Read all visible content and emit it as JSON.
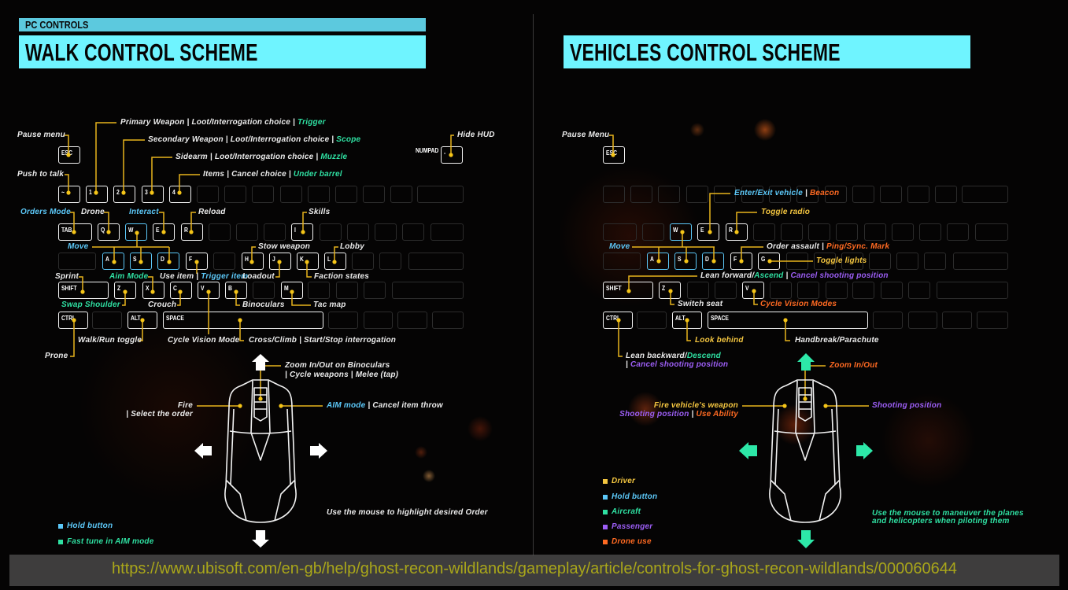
{
  "header": {
    "pc_controls": "PC CONTROLS",
    "walk_title": "WALK CONTROL SCHEME",
    "vehicles_title": "VEHICLES CONTROL SCHEME"
  },
  "colors": {
    "white": "#ececec",
    "blue": "#5cc8f8",
    "green": "#2fe0a2",
    "yellow": "#f4c640",
    "purple": "#9c5ef5",
    "orange": "#ff6a22",
    "line": "#e8b31c",
    "arrow_walk": "#ffffff",
    "arrow_vehicle": "#2de8a8"
  },
  "walk": {
    "keys": {
      "esc": {
        "label": "ESC",
        "state": "active"
      },
      "1-0": {
        "label": "~",
        "state": "active"
      },
      "1-1": {
        "label": "1",
        "state": "active"
      },
      "1-2": {
        "label": "2",
        "state": "active"
      },
      "1-3": {
        "label": "3",
        "state": "active"
      },
      "1-4": {
        "label": "4",
        "state": "active"
      },
      "2-0": {
        "label": "TAB",
        "state": "active"
      },
      "2-1": {
        "label": "Q",
        "state": "active"
      },
      "2-2": {
        "label": "W",
        "state": "blue"
      },
      "2-3": {
        "label": "E",
        "state": "active"
      },
      "2-4": {
        "label": "R",
        "state": "active"
      },
      "2-8": {
        "label": "I",
        "state": "active"
      },
      "3-1": {
        "label": "A",
        "state": "blue"
      },
      "3-2": {
        "label": "S",
        "state": "blue"
      },
      "3-3": {
        "label": "D",
        "state": "blue"
      },
      "3-4": {
        "label": "F",
        "state": "active"
      },
      "3-6": {
        "label": "H",
        "state": "active"
      },
      "3-7": {
        "label": "J",
        "state": "active"
      },
      "3-8": {
        "label": "K",
        "state": "active"
      },
      "3-9": {
        "label": "L",
        "state": "active"
      },
      "4-0": {
        "label": "SHIFT",
        "state": "active"
      },
      "4-1": {
        "label": "Z",
        "state": "active"
      },
      "4-2": {
        "label": "X",
        "state": "active"
      },
      "4-3": {
        "label": "C",
        "state": "active"
      },
      "4-4": {
        "label": "V",
        "state": "active"
      },
      "4-5": {
        "label": "B",
        "state": "active"
      },
      "4-7": {
        "label": "M",
        "state": "active"
      },
      "5-0": {
        "label": "CTRL",
        "state": "active"
      },
      "5-2": {
        "label": "ALT",
        "state": "active"
      },
      "5-3": {
        "label": "SPACE",
        "state": "active"
      }
    },
    "numpad": {
      "label": "NUMPAD",
      "key": "-"
    },
    "annotations": {
      "pause_menu": [
        {
          "text": "Pause menu",
          "color": "white"
        }
      ],
      "primary": [
        {
          "text": "Primary Weapon | Loot/Interrogation choice | ",
          "color": "white"
        },
        {
          "text": "Trigger",
          "color": "green"
        }
      ],
      "secondary": [
        {
          "text": "Secondary Weapon | Loot/Interrogation choice | ",
          "color": "white"
        },
        {
          "text": "Scope",
          "color": "green"
        }
      ],
      "sidearm": [
        {
          "text": "Sidearm | Loot/Interrogation choice | ",
          "color": "white"
        },
        {
          "text": "Muzzle",
          "color": "green"
        }
      ],
      "items": [
        {
          "text": "Items | Cancel choice | ",
          "color": "white"
        },
        {
          "text": "Under barrel",
          "color": "green"
        }
      ],
      "push_to_talk": [
        {
          "text": "Push to talk",
          "color": "white"
        }
      ],
      "hide_hud": [
        {
          "text": "Hide HUD",
          "color": "white"
        }
      ],
      "orders_mode": [
        {
          "text": "Orders Mode",
          "color": "blue"
        }
      ],
      "drone": [
        {
          "text": "Drone",
          "color": "white"
        }
      ],
      "interact": [
        {
          "text": "Interact",
          "color": "blue"
        }
      ],
      "reload": [
        {
          "text": "Reload",
          "color": "white"
        }
      ],
      "skills": [
        {
          "text": "Skills",
          "color": "white"
        }
      ],
      "move": [
        {
          "text": "Move",
          "color": "blue"
        }
      ],
      "stow_weapon": [
        {
          "text": "Stow weapon",
          "color": "white"
        }
      ],
      "lobby": [
        {
          "text": "Lobby",
          "color": "white"
        }
      ],
      "sprint": [
        {
          "text": "Sprint",
          "color": "white"
        }
      ],
      "aim_mode": [
        {
          "text": "Aim Mode",
          "color": "green"
        }
      ],
      "use_item": [
        {
          "text": "Use item | ",
          "color": "white"
        },
        {
          "text": "Trigger item",
          "color": "blue"
        }
      ],
      "loadout": [
        {
          "text": "Loadout",
          "color": "white"
        }
      ],
      "faction_states": [
        {
          "text": "Faction states",
          "color": "white"
        }
      ],
      "swap_shoulder": [
        {
          "text": "Swap Shoulder",
          "color": "green"
        }
      ],
      "crouch": [
        {
          "text": "Crouch",
          "color": "white"
        }
      ],
      "binoculars": [
        {
          "text": "Binoculars",
          "color": "white"
        }
      ],
      "tac_map": [
        {
          "text": "Tac map",
          "color": "white"
        }
      ],
      "walk_run": [
        {
          "text": "Walk/Run toggle",
          "color": "white"
        }
      ],
      "cycle_vision": [
        {
          "text": "Cycle Vision Mode",
          "color": "white"
        }
      ],
      "cross_climb": [
        {
          "text": "Cross/Climb | Start/Stop interrogation",
          "color": "white"
        }
      ],
      "prone": [
        {
          "text": "Prone",
          "color": "white"
        }
      ],
      "zoom": [
        {
          "text": "Zoom In/Out on Binoculars",
          "color": "white"
        }
      ],
      "zoom_2": [
        {
          "text": "| Cycle weapons | Melee (tap)",
          "color": "white"
        }
      ],
      "fire": [
        {
          "text": "Fire",
          "color": "white"
        }
      ],
      "fire_2": [
        {
          "text": "| Select the order",
          "color": "white"
        }
      ],
      "aim": [
        {
          "text": "AIM mode",
          "color": "blue"
        },
        {
          "text": " | Cancel item throw",
          "color": "white"
        }
      ],
      "note": [
        {
          "text": "Use the mouse to highlight desired Order",
          "color": "white"
        }
      ]
    },
    "legend": [
      {
        "label": "Hold button",
        "color": "blue"
      },
      {
        "label": "Fast tune in AIM mode",
        "color": "green"
      }
    ]
  },
  "vehicles": {
    "keys": {
      "esc": {
        "label": "ESC",
        "state": "active"
      },
      "2-2": {
        "label": "W",
        "state": "blue"
      },
      "2-3": {
        "label": "E",
        "state": "active"
      },
      "2-4": {
        "label": "R",
        "state": "active"
      },
      "3-1": {
        "label": "A",
        "state": "blue"
      },
      "3-2": {
        "label": "S",
        "state": "blue"
      },
      "3-3": {
        "label": "D",
        "state": "blue"
      },
      "3-4": {
        "label": "F",
        "state": "active"
      },
      "3-5": {
        "label": "G",
        "state": "active"
      },
      "4-0": {
        "label": "SHIFT",
        "state": "active"
      },
      "4-1": {
        "label": "Z",
        "state": "active"
      },
      "4-4": {
        "label": "V",
        "state": "active"
      },
      "5-0": {
        "label": "CTRL",
        "state": "active"
      },
      "5-2": {
        "label": "ALT",
        "state": "active"
      },
      "5-3": {
        "label": "SPACE",
        "state": "active"
      }
    },
    "annotations": {
      "pause_menu": [
        {
          "text": "Pause Menu",
          "color": "white"
        }
      ],
      "enter_exit": [
        {
          "text": "Enter/Exit vehicle",
          "color": "blue"
        },
        {
          "text": " | ",
          "color": "white"
        },
        {
          "text": "Beacon",
          "color": "orange"
        }
      ],
      "toggle_radio": [
        {
          "text": "Toggle radio",
          "color": "yellow"
        }
      ],
      "move": [
        {
          "text": "Move",
          "color": "blue"
        }
      ],
      "order_assault": [
        {
          "text": "Order assault | ",
          "color": "white"
        },
        {
          "text": "Ping/Sync. Mark",
          "color": "orange"
        }
      ],
      "toggle_lights": [
        {
          "text": "Toggle lights",
          "color": "yellow"
        }
      ],
      "lean_forward": [
        {
          "text": "Lean forward/",
          "color": "white"
        },
        {
          "text": "Ascend",
          "color": "green"
        },
        {
          "text": " | ",
          "color": "white"
        },
        {
          "text": "Cancel shooting position",
          "color": "purple"
        }
      ],
      "switch_seat": [
        {
          "text": "Switch seat",
          "color": "white"
        }
      ],
      "cycle_vision": [
        {
          "text": "Cycle Vision Modes",
          "color": "orange"
        }
      ],
      "look_behind": [
        {
          "text": "Look behind",
          "color": "yellow"
        }
      ],
      "handbreak": [
        {
          "text": "Handbreak/Parachute",
          "color": "white"
        }
      ],
      "lean_backward": [
        {
          "text": "Lean backward/",
          "color": "white"
        },
        {
          "text": "Descend",
          "color": "green"
        }
      ],
      "lean_backward_2": [
        {
          "text": "| ",
          "color": "white"
        },
        {
          "text": "Cancel shooting position",
          "color": "purple"
        }
      ],
      "zoom": [
        {
          "text": "Zoom In/Out",
          "color": "orange"
        }
      ],
      "fire": [
        {
          "text": "Fire vehicle's weapon",
          "color": "yellow"
        }
      ],
      "fire_2": [
        {
          "text": "Shooting position",
          "color": "purple"
        },
        {
          "text": " | ",
          "color": "white"
        },
        {
          "text": "Use Ability",
          "color": "orange"
        }
      ],
      "shooting": [
        {
          "text": "Shooting position",
          "color": "purple"
        }
      ],
      "note": [
        {
          "text": "Use the mouse to maneuver the planes",
          "color": "green"
        }
      ],
      "note_2": [
        {
          "text": "and helicopters when piloting them",
          "color": "green"
        }
      ]
    },
    "legend": [
      {
        "label": "Driver",
        "color": "yellow"
      },
      {
        "label": "Hold button",
        "color": "blue"
      },
      {
        "label": "Aircraft",
        "color": "green"
      },
      {
        "label": "Passenger",
        "color": "purple"
      },
      {
        "label": "Drone use",
        "color": "orange"
      }
    ]
  },
  "footer": {
    "url": "https://www.ubisoft.com/en-gb/help/ghost-recon-wildlands/gameplay/article/controls-for-ghost-recon-wildlands/000060644"
  }
}
